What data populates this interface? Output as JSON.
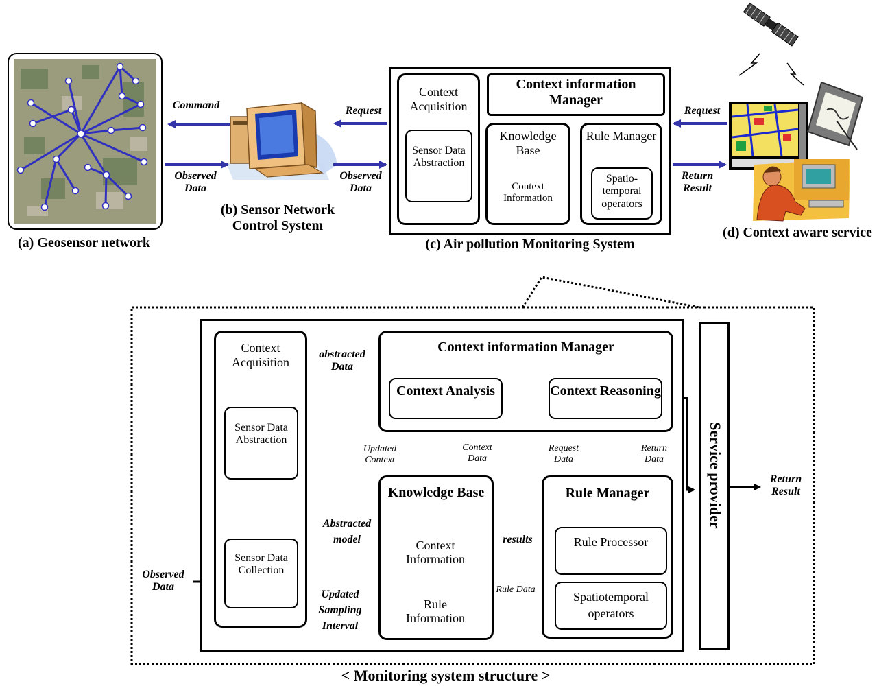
{
  "top": {
    "geosensor_caption": "(a) Geosensor network",
    "sensor_net_caption": "(b) Sensor Network Control System",
    "air_caption": "(c) Air pollution Monitoring System",
    "context_service_caption": "(d) Context aware service",
    "command": "Command",
    "observed_data_1": "Observed Data",
    "request_1": "Request",
    "observed_data_2": "Observed Data",
    "request_2": "Request",
    "return_result_1": "Return Result",
    "context_acquisition": "Context Acquisition",
    "sensor_data_abstraction": "Sensor Data Abstraction",
    "cim": "Context information Manager",
    "knowledge_base": "Knowledge Base",
    "context_information": "Context Information",
    "rule_manager": "Rule Manager",
    "spatio_ops": "Spatio-temporal operators"
  },
  "bottom": {
    "context_acquisition": "Context Acquisition",
    "abstracted_data": "abstracted Data",
    "cim": "Context information Manager",
    "context_analysis": "Context Analysis",
    "context_reasoning": "Context Reasoning",
    "sensor_data_abstraction": "Sensor Data Abstraction",
    "updated_context": "Updated Context",
    "context_data": "Context Data",
    "request_data": "Request Data",
    "return_data": "Return Data",
    "knowledge_base": "Knowledge Base",
    "rule_manager": "Rule Manager",
    "abstracted_model": "Abstracted model",
    "results": "results",
    "context_information": "Context Information",
    "rule_processor": "Rule Processor",
    "sensor_data_collection": "Sensor Data Collection",
    "observed_data": "Observed Data",
    "updated_sampling": "Updated Sampling Interval",
    "rule_data": "Rule Data",
    "rule_information": "Rule Information",
    "spatiotemporal_ops": "Spatiotemporal operators",
    "service_provider": "Service provider",
    "return_result": "Return Result",
    "structure_caption": "< Monitoring system structure >"
  }
}
